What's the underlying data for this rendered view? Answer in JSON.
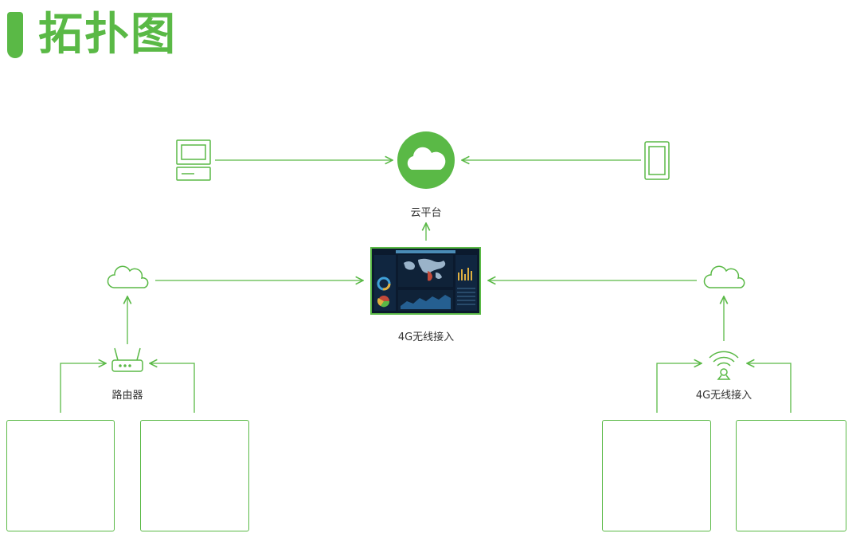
{
  "header": {
    "title": "拓扑图"
  },
  "nodes": {
    "cloud_platform": {
      "label": "云平台",
      "icon": "cloud-icon"
    },
    "dashboard": {
      "label": "4G无线接入",
      "icon": "dashboard-screen-icon"
    },
    "router": {
      "label": "路由器",
      "icon": "router-icon"
    },
    "wireless": {
      "label": "4G无线接入",
      "icon": "wireless-antenna-icon"
    },
    "computer": {
      "icon": "desktop-computer-icon"
    },
    "tablet": {
      "icon": "tablet-icon"
    },
    "cloud_left": {
      "icon": "cloud-outline-icon"
    },
    "cloud_right": {
      "icon": "cloud-outline-icon"
    },
    "devices": [
      {
        "icon": "charging-device-icon"
      },
      {
        "icon": "wifi-device-icon"
      },
      {
        "icon": "locker-cabinet-icon"
      },
      {
        "icon": "vending-device-icon"
      }
    ]
  },
  "colors": {
    "accent": "#5ab946",
    "text": "#333333",
    "dashboard_bg": "#0b1a2e"
  }
}
